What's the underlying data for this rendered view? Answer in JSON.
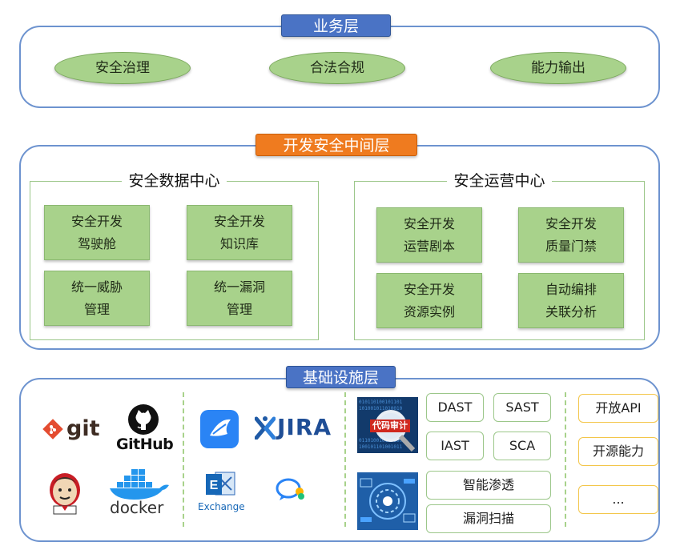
{
  "business_layer": {
    "title": "业务层",
    "items": [
      "安全治理",
      "合法合规",
      "能力输出"
    ]
  },
  "middle_layer": {
    "title": "开发安全中间层",
    "data_center": {
      "title": "安全数据中心",
      "boxes": [
        {
          "line1": "安全开发",
          "line2": "驾驶舱"
        },
        {
          "line1": "安全开发",
          "line2": "知识库"
        },
        {
          "line1": "统一威胁",
          "line2": "管理"
        },
        {
          "line1": "统一漏洞",
          "line2": "管理"
        }
      ]
    },
    "ops_center": {
      "title": "安全运营中心",
      "boxes": [
        {
          "line1": "安全开发",
          "line2": "运营剧本"
        },
        {
          "line1": "安全开发",
          "line2": "质量门禁"
        },
        {
          "line1": "安全开发",
          "line2": "资源实例"
        },
        {
          "line1": "自动编排",
          "line2": "关联分析"
        }
      ]
    }
  },
  "infra_layer": {
    "title": "基础设施层",
    "logos": {
      "git": "git",
      "github": "GitHub",
      "docker": "docker",
      "jira": "JIRA",
      "exchange": "Exchange",
      "code_audit_badge": "代码审计"
    },
    "tools": [
      "DAST",
      "SAST",
      "IAST",
      "SCA",
      "智能渗透",
      "漏洞扫描"
    ],
    "open": [
      "开放API",
      "开源能力",
      "..."
    ]
  },
  "colors": {
    "layer_border": "#6d93cf",
    "title_blue": "#4a73c5",
    "title_orange": "#ef7b1f",
    "green_fill": "#a8d28b",
    "yellow_border": "#f3c64a"
  }
}
